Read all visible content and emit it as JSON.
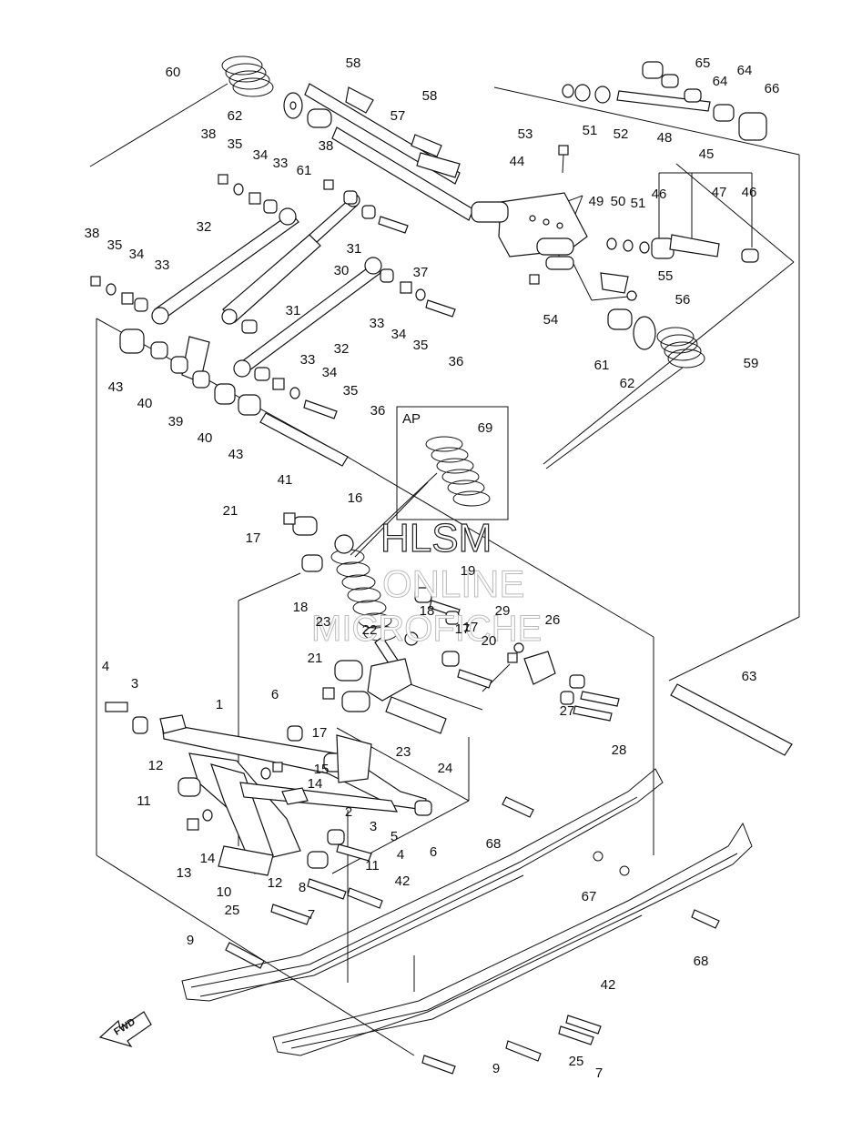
{
  "diagram": {
    "inset_label": "AP",
    "direction_badge": "FWD",
    "watermark": [
      "HLSM",
      "ONLINE",
      "MICROFICHE"
    ],
    "callouts": [
      "60",
      "58",
      "58",
      "57",
      "65",
      "64",
      "64",
      "66",
      "62",
      "38",
      "35",
      "34",
      "33",
      "61",
      "38",
      "53",
      "51",
      "52",
      "48",
      "44",
      "45",
      "49",
      "50",
      "51",
      "46",
      "47",
      "46",
      "32",
      "31",
      "37",
      "38",
      "35",
      "34",
      "33",
      "30",
      "55",
      "56",
      "31",
      "54",
      "33",
      "34",
      "35",
      "36",
      "61",
      "62",
      "59",
      "43",
      "40",
      "32",
      "33",
      "34",
      "35",
      "39",
      "40",
      "36",
      "43",
      "41",
      "69",
      "21",
      "16",
      "17",
      "17",
      "19",
      "18",
      "18",
      "17",
      "23",
      "29",
      "26",
      "22",
      "20",
      "21",
      "4",
      "3",
      "6",
      "1",
      "17",
      "23",
      "27",
      "24",
      "28",
      "63",
      "12",
      "15",
      "14",
      "11",
      "2",
      "3",
      "5",
      "6",
      "68",
      "4",
      "13",
      "14",
      "11",
      "10",
      "12",
      "8",
      "42",
      "67",
      "25",
      "7",
      "68",
      "9",
      "42",
      "25",
      "9",
      "7"
    ]
  }
}
